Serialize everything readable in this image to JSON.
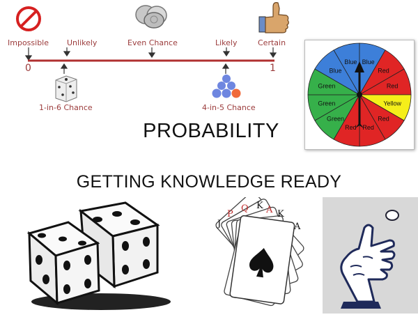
{
  "scale": {
    "labels": {
      "impossible": "Impossible",
      "unlikely": "Unlikely",
      "even_chance": "Even Chance",
      "likely": "Likely",
      "certain": "Certain"
    },
    "start_value": "0",
    "end_value": "1",
    "callout_left": "1-in-6 Chance",
    "callout_right": "4-in-5 Chance",
    "line_color": "#b03030",
    "label_color": "#9b3b3b"
  },
  "title": "PROBABILITY",
  "subtitle": "GETTING KNOWLEDGE READY",
  "spinner": {
    "sectors": [
      {
        "label": "Blue",
        "color": "#3d7fd9"
      },
      {
        "label": "Blue",
        "color": "#3d7fd9"
      },
      {
        "label": "Red",
        "color": "#e02525"
      },
      {
        "label": "Red",
        "color": "#e02525"
      },
      {
        "label": "Yellow",
        "color": "#f5ee1a"
      },
      {
        "label": "Red",
        "color": "#e02525"
      },
      {
        "label": "Red",
        "color": "#e02525"
      },
      {
        "label": "Red",
        "color": "#e02525"
      },
      {
        "label": "Green",
        "color": "#36b04a"
      },
      {
        "label": "Green",
        "color": "#36b04a"
      },
      {
        "label": "Green",
        "color": "#36b04a"
      },
      {
        "label": "Blue",
        "color": "#3d7fd9"
      }
    ]
  },
  "cards": {
    "corner_labels": [
      "J",
      "P",
      "Q",
      "K",
      "A",
      "K",
      "A"
    ]
  },
  "icons": [
    "no-entry-icon",
    "coins-icon",
    "thumbs-up-icon",
    "die-icon",
    "marbles-icon",
    "dice-icon",
    "playing-cards-icon",
    "coin-flip-hand-icon"
  ]
}
